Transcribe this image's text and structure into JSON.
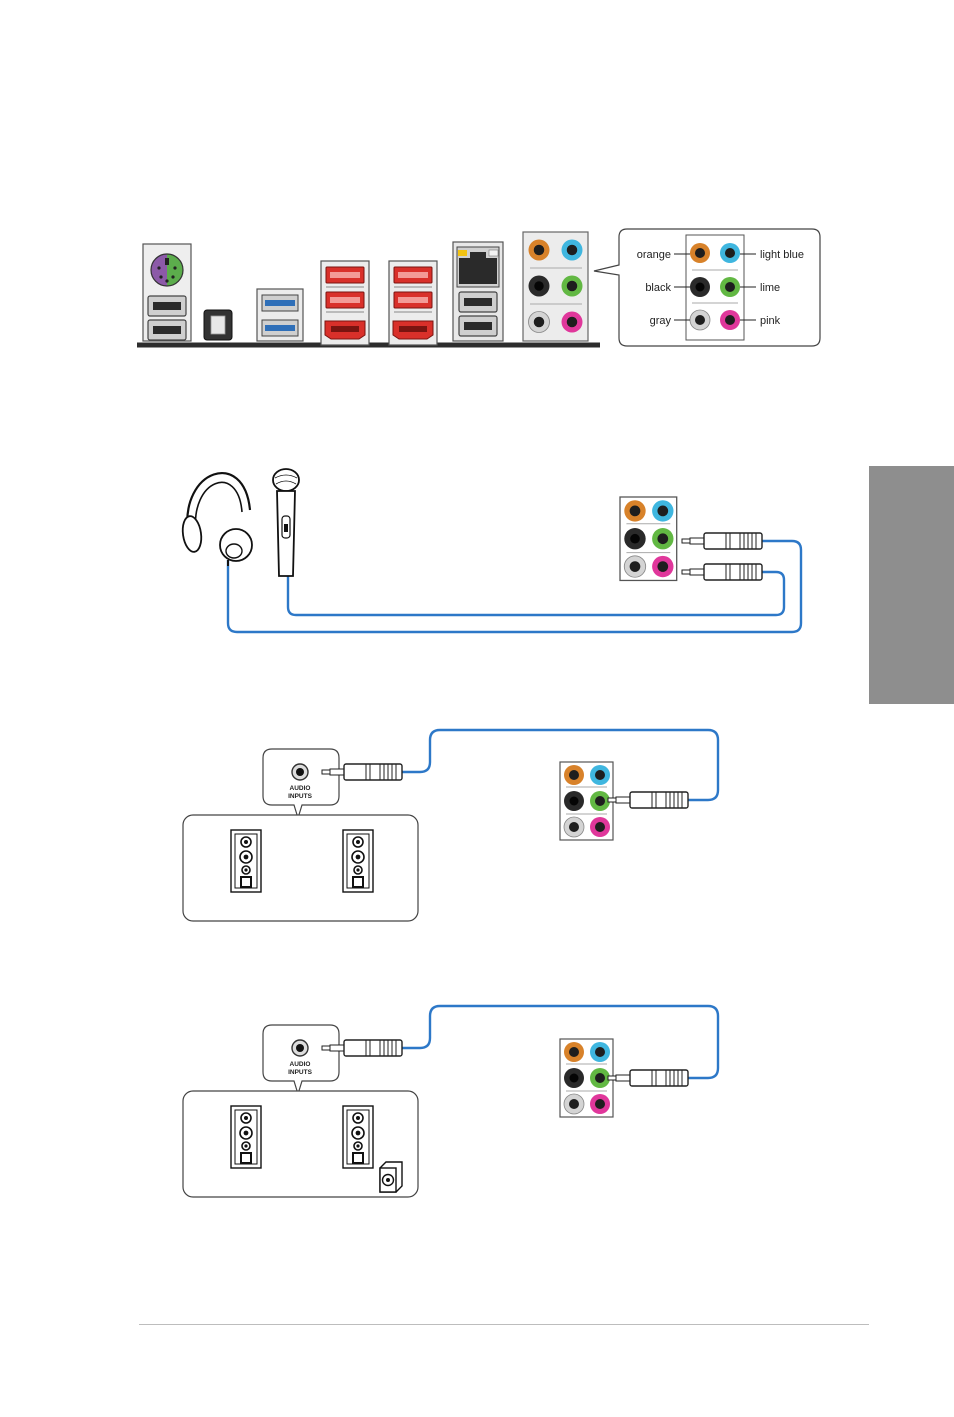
{
  "jack_legend": {
    "left": [
      "orange",
      "black",
      "gray"
    ],
    "right": [
      "light blue",
      "lime",
      "pink"
    ]
  },
  "speaker_label": [
    "AUDIO",
    "INPUTS"
  ],
  "colors": {
    "orange": "#d8822a",
    "light_blue": "#3fb6df",
    "black": "#2a2a2a",
    "lime": "#62b843",
    "gray": "#cfcfcf",
    "pink": "#e0379b",
    "cable": "#2d78c8",
    "usb3": "#2f6fb8",
    "esata_red": "#d9302a",
    "ps2_purple": "#8c5aa8",
    "ps2_green": "#5cad4c",
    "side_tab": "#8e8e8e"
  },
  "icons": [
    "ps2-port-icon",
    "usb-port-icon",
    "optical-spdif-icon",
    "usb3-port-icon",
    "esata-port-icon",
    "lan-port-icon",
    "audio-jack-icon",
    "headphones-icon",
    "microphone-icon",
    "speaker-icon",
    "subwoofer-icon",
    "audio-plug-icon"
  ]
}
